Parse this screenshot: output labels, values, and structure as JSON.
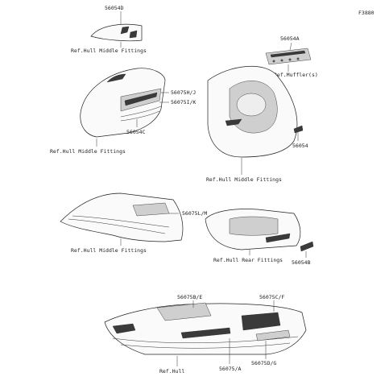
{
  "diagram_code": "F3880",
  "labels": {
    "p56054d": "56054D",
    "ref_middle_1": "Ref.Hull Middle Fittings",
    "p56054a": "56054A",
    "ref_muffler": "Ref.Muffler(s)",
    "p56075hj": "56075H/J",
    "p56075ik": "56075I/K",
    "p56054c": "56054C",
    "ref_middle_2": "Ref.Hull Middle Fittings",
    "p56054": "56054",
    "ref_middle_3": "Ref.Hull Middle Fittings",
    "p56075lm": "56075L/M",
    "ref_middle_4": "Ref.Hull Middle Fittings",
    "ref_rear": "Ref.Hull Rear Fittings",
    "p56054b": "56054B",
    "p56075be": "56075B/E",
    "p56075cf": "56075C/F",
    "ref_hull": "Ref.Hull",
    "p56075a": "56075/A",
    "p56075dg": "56075D/G"
  }
}
